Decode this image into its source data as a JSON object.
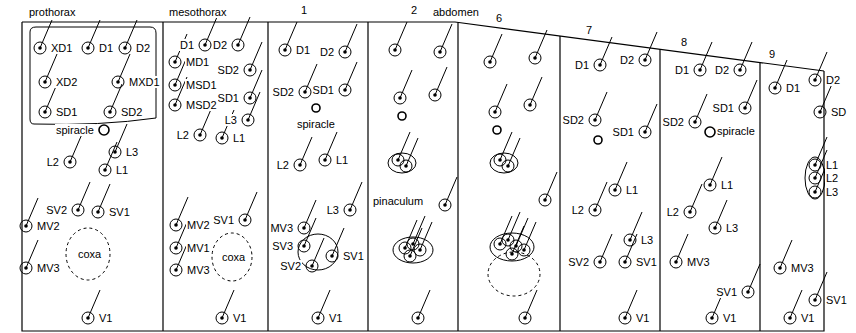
{
  "diagram": {
    "labels": [
      "prothorax",
      "mesothorax",
      "1",
      "2",
      "abdomen",
      "6",
      "7",
      "8",
      "9",
      "XD1",
      "D1",
      "D2",
      "XD2",
      "MXD1",
      "SD1",
      "SD2",
      "spiracle",
      "L2",
      "L3",
      "L1",
      "SV2",
      "SV1",
      "MV2",
      "coxa",
      "MV3",
      "V1",
      "D1",
      "D2",
      "MD1",
      "SD2",
      "MSD1",
      "SD1",
      "MSD2",
      "L3",
      "L2",
      "L1",
      "MV2",
      "SV1",
      "MV1",
      "coxa",
      "MV3",
      "V1",
      "D1",
      "D2",
      "SD2",
      "SD1",
      "spiracle",
      "L1",
      "L2",
      "L3",
      "MV3",
      "SV3",
      "SV2",
      "SV1",
      "V1",
      "pinaculum",
      "D1",
      "D2",
      "SD2",
      "SD1",
      "L1",
      "L2",
      "L3",
      "SV2",
      "SV1",
      "V1",
      "D1",
      "D2",
      "SD2",
      "SD1",
      "spiracle",
      "L1",
      "L2",
      "L3",
      "MV3",
      "SV1",
      "V1",
      "D1",
      "D2",
      "SD",
      "L1",
      "L2",
      "L3",
      "MV3",
      "SV1",
      "V1"
    ]
  }
}
